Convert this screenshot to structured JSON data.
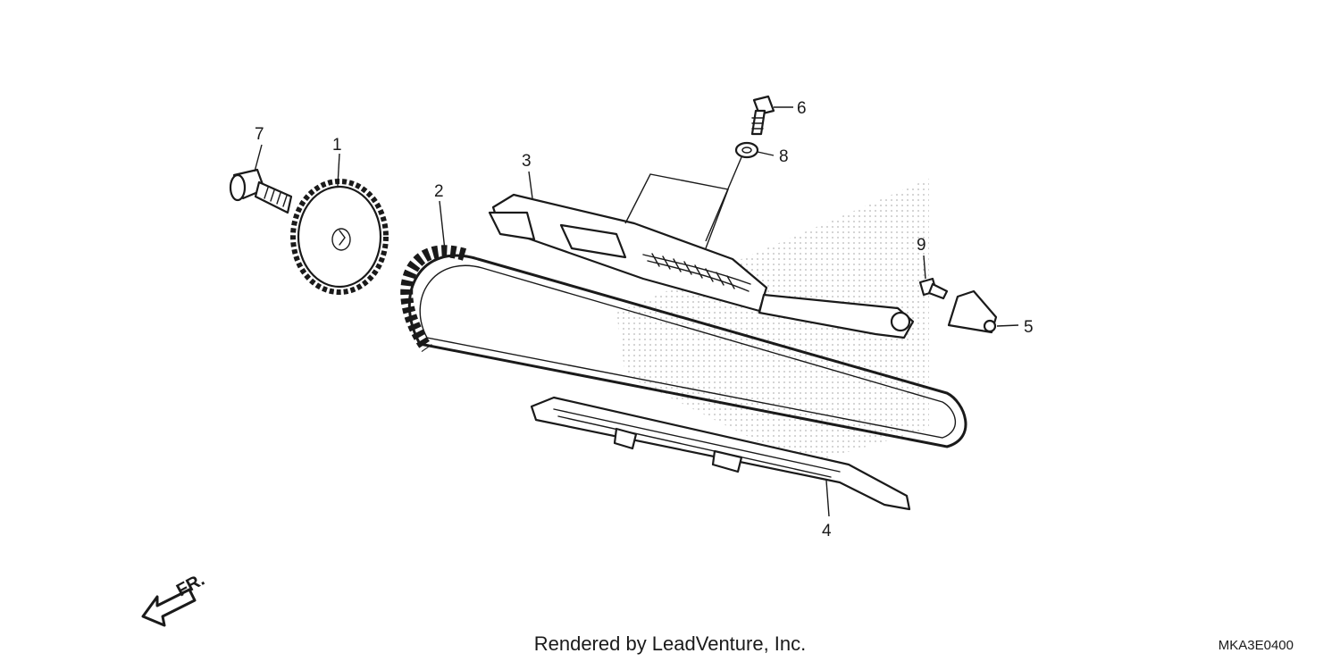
{
  "callouts": {
    "c1": "1",
    "c2": "2",
    "c3": "3",
    "c4": "4",
    "c5": "5",
    "c6": "6",
    "c7": "7",
    "c8": "8",
    "c9": "9"
  },
  "direction_label": "FR.",
  "footer": {
    "credit": "Rendered by LeadVenture, Inc.",
    "diagram_code": "MKA3E0400"
  },
  "icons": {
    "direction": "front-direction-arrow-icon"
  },
  "colors": {
    "line": "#1a1a1a",
    "background": "#ffffff",
    "shading": "#9a9a9a"
  }
}
